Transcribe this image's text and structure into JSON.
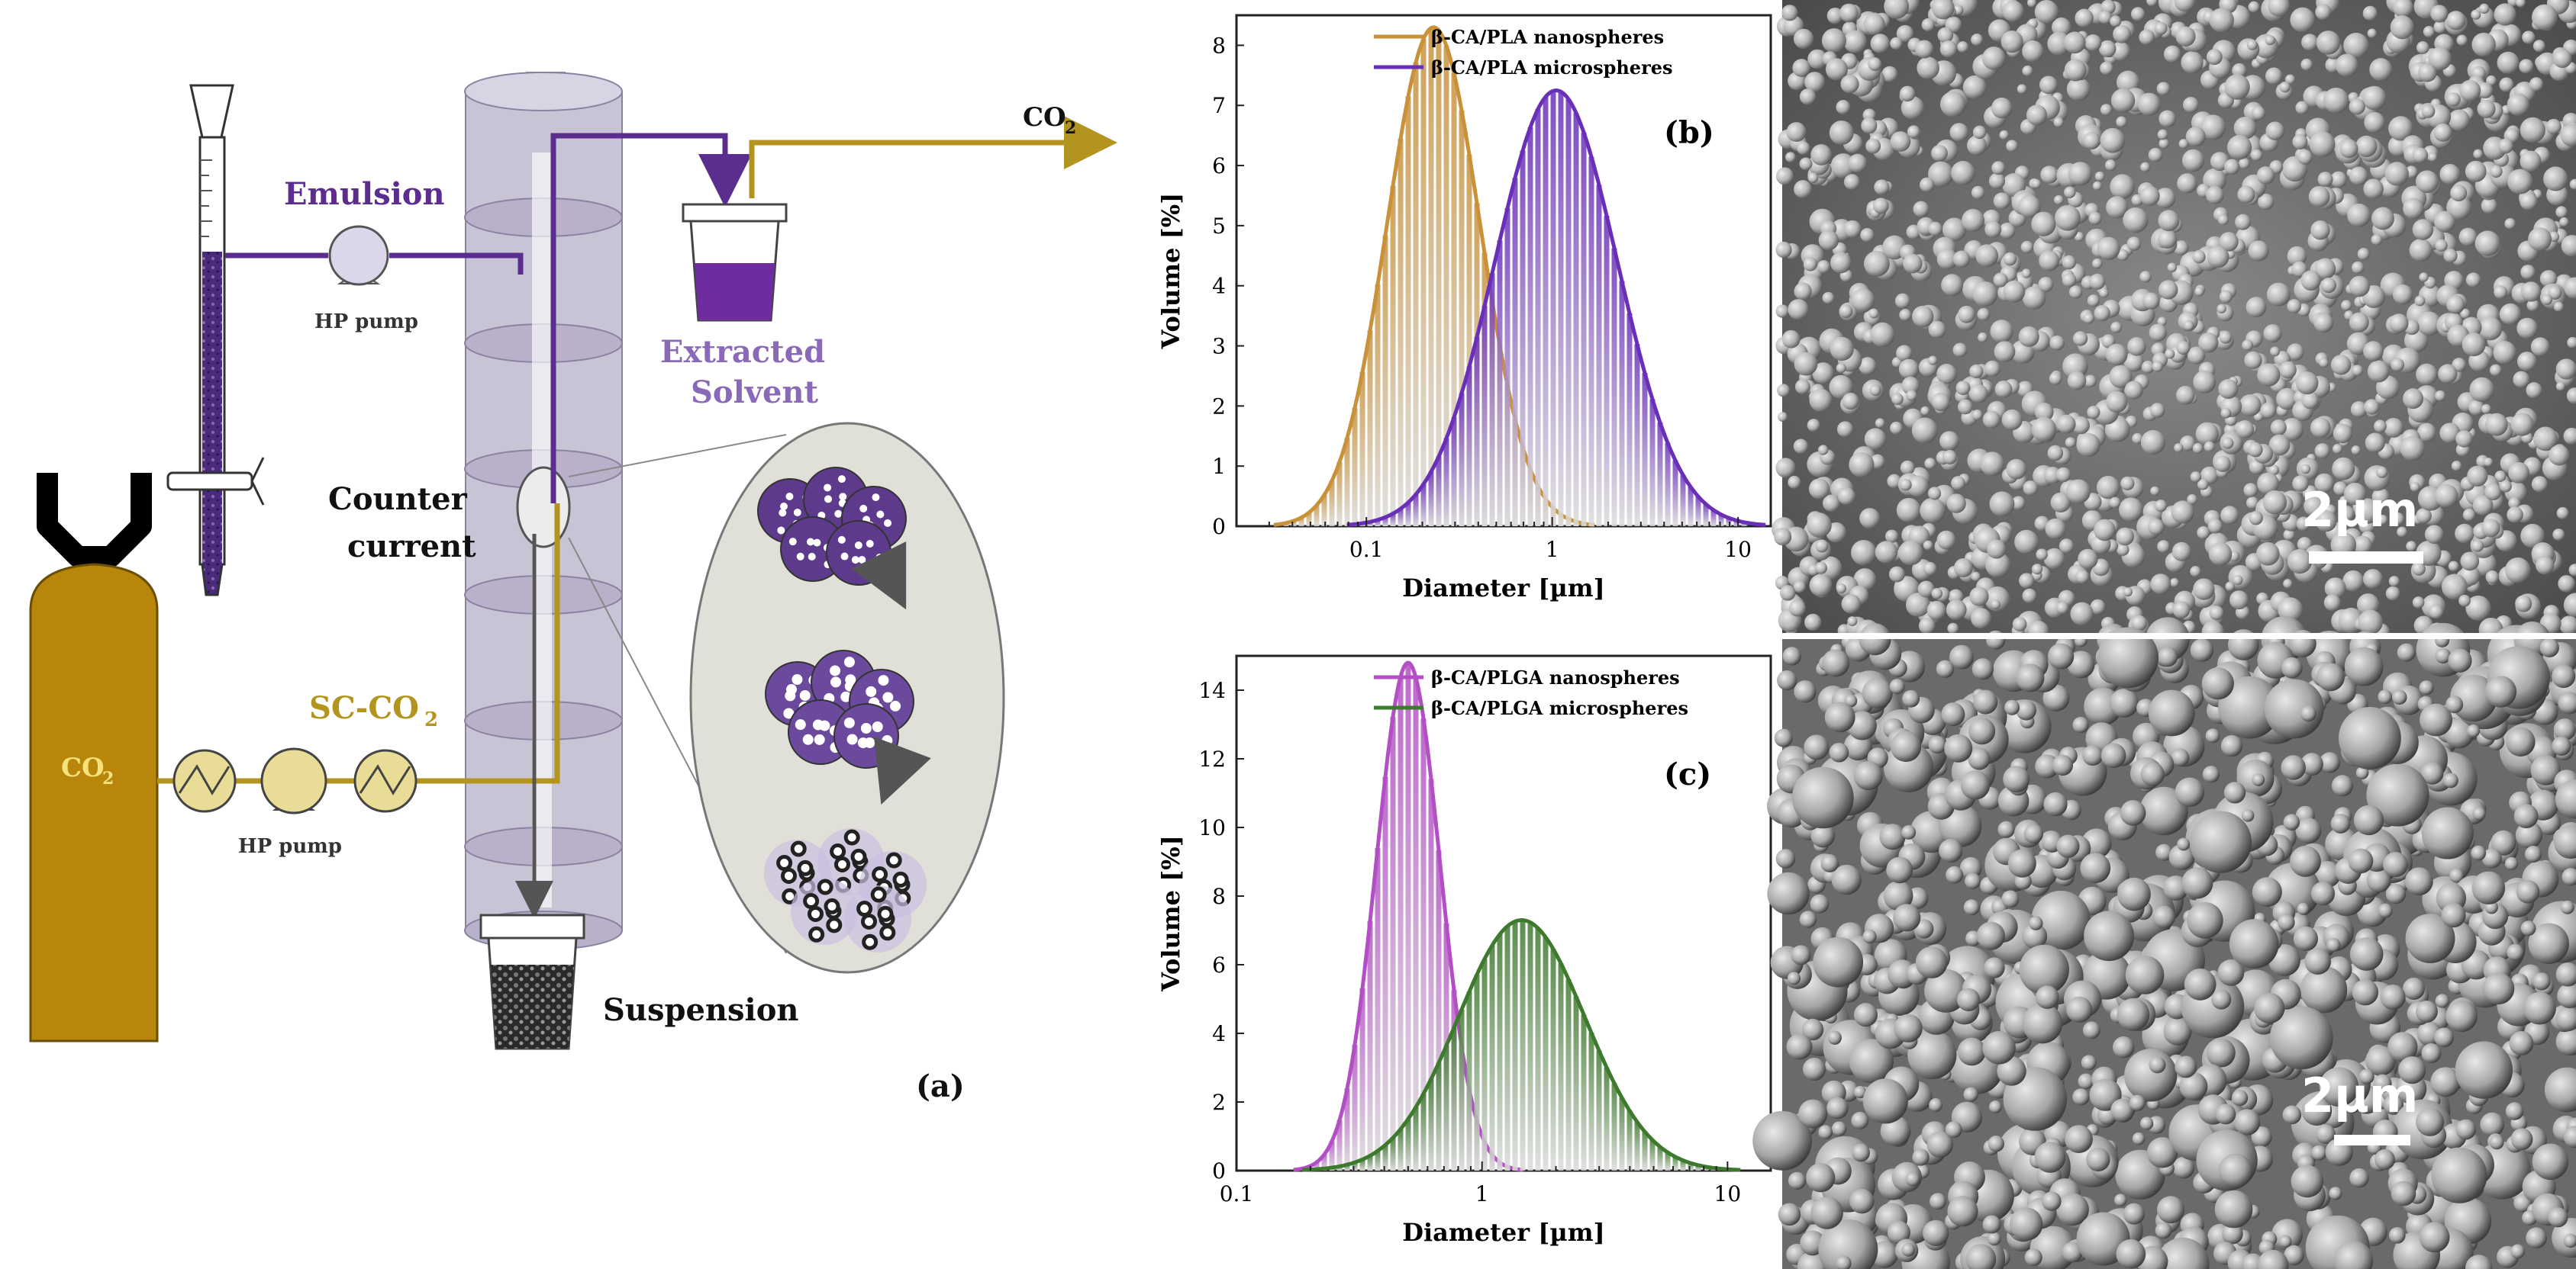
{
  "figure_a": {
    "panel_label": "(a)",
    "emulsion_label": "Emulsion",
    "hp_pump_top": "HP pump",
    "co2_out_label": "CO",
    "co2_out_sub": "2",
    "extracted_line1": "Extracted",
    "extracted_line2": "Solvent",
    "counter_line1": "Counter",
    "counter_line2": "current",
    "scco2_label": "SC-CO",
    "scco2_sub": "2",
    "cylinder_label": "CO",
    "cylinder_sub": "2",
    "hp_pump_bottom": "HP pump",
    "suspension_label": "Suspension",
    "colors": {
      "purple": "#5b2d8e",
      "gold": "#b3941f",
      "cylinder": "#b8860b",
      "column": "#c9c3d6",
      "pump_fill": "#e8dc96"
    }
  },
  "chart_data": [
    {
      "type": "bar+line",
      "panel_label": "(b)",
      "title": "",
      "xlabel": "Diameter [µm]",
      "ylabel": "Volume [%]",
      "xscale": "log",
      "xlim": [
        0.02,
        15
      ],
      "ylim": [
        0,
        8.5
      ],
      "xticks": [
        "0.1",
        "1",
        "10"
      ],
      "yticks": [
        "0",
        "1",
        "2",
        "3",
        "4",
        "5",
        "6",
        "7",
        "8"
      ],
      "legend_position": "top-right",
      "series": [
        {
          "name": "β-CA/PLA nanospheres",
          "color": "#c8913a",
          "peak_x": 0.23,
          "peak_y": 8.3,
          "log_sigma": 0.25
        },
        {
          "name": "β-CA/PLA microspheres",
          "color": "#6a2fb8",
          "peak_x": 1.05,
          "peak_y": 7.25,
          "log_sigma": 0.33
        }
      ]
    },
    {
      "type": "bar+line",
      "panel_label": "(c)",
      "title": "",
      "xlabel": "Diameter [µm]",
      "ylabel": "Volume [%]",
      "xscale": "log",
      "xlim": [
        0.1,
        15
      ],
      "ylim": [
        0,
        15
      ],
      "xticks": [
        "0.1",
        "1",
        "10"
      ],
      "yticks": [
        "0",
        "2",
        "4",
        "6",
        "8",
        "10",
        "12",
        "14"
      ],
      "legend_position": "top-right",
      "series": [
        {
          "name": "β-CA/PLGA nanospheres",
          "color": "#b34fc4",
          "peak_x": 0.5,
          "peak_y": 14.8,
          "log_sigma": 0.13
        },
        {
          "name": "β-CA/PLGA microspheres",
          "color": "#3e7a2e",
          "peak_x": 1.45,
          "peak_y": 7.3,
          "log_sigma": 0.26
        }
      ]
    }
  ],
  "sem_top": {
    "scale_label": "2µm"
  },
  "sem_bottom": {
    "scale_label": "2µm"
  }
}
